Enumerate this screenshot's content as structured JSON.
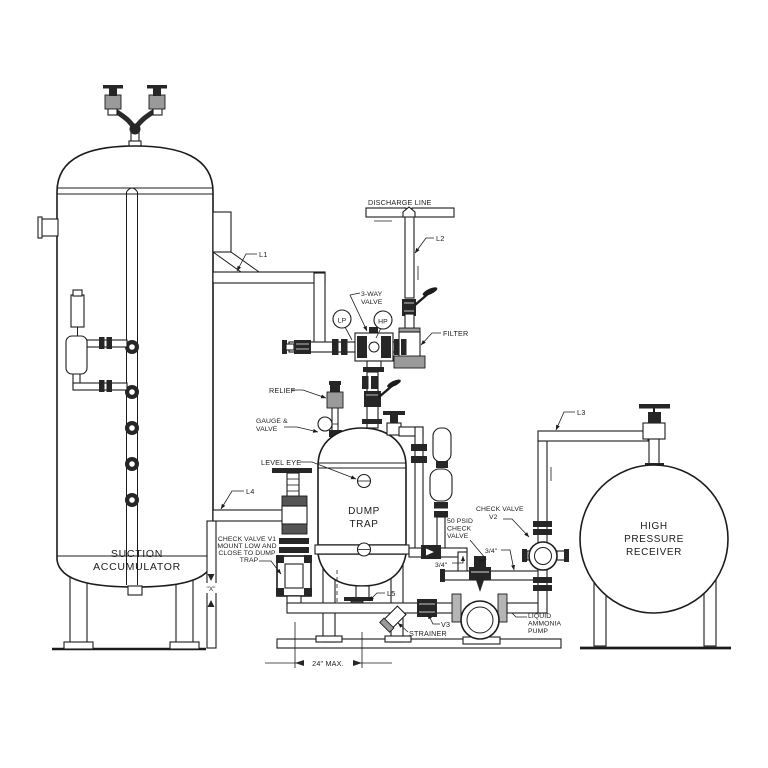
{
  "drawing": {
    "type": "piping-and-instrumentation-diagram",
    "labels": {
      "discharge_line": "DISCHARGE LINE",
      "l1": "L1",
      "l2": "L2",
      "l3": "L3",
      "l4": "L4",
      "l5": "L5",
      "three_way_valve": [
        "3-WAY",
        "VALVE"
      ],
      "lp": "LP",
      "hp": "HP",
      "filter": "FILTER",
      "relief": "RELIEF",
      "gauge_valve": [
        "GAUGE &",
        "VALVE"
      ],
      "level_eye": "LEVEL EYE",
      "check_valve_v1": [
        "CHECK VALVE V1",
        "MOUNT LOW AND",
        "CLOSE TO DUMP",
        "TRAP"
      ],
      "dump_trap": [
        "DUMP",
        "TRAP"
      ],
      "psid_check_valve": [
        "50 PSID",
        "CHECK",
        "VALVE"
      ],
      "size_a": "3/4\"",
      "size_b": "3/4\"",
      "check_valve_v2": [
        "CHECK VALVE",
        "V2"
      ],
      "suction_accumulator": [
        "SUCTION",
        "ACCUMULATOR"
      ],
      "high_pressure_receiver": [
        "HIGH",
        "PRESSURE",
        "RECEIVER"
      ],
      "liquid_ammonia_pump": [
        "LIQUID",
        "AMMONIA",
        "PUMP"
      ],
      "v3": "V3",
      "strainer": "STRAINER",
      "dim_24_max": "24\" MAX.",
      "dim_x": "\"X\""
    },
    "colors": {
      "line": "#1c1c1c",
      "dark_fill": "#262626",
      "gray_fill": "#9a9a9a",
      "light_gray_fill": "#b5b5b5",
      "background": "#ffffff"
    }
  }
}
